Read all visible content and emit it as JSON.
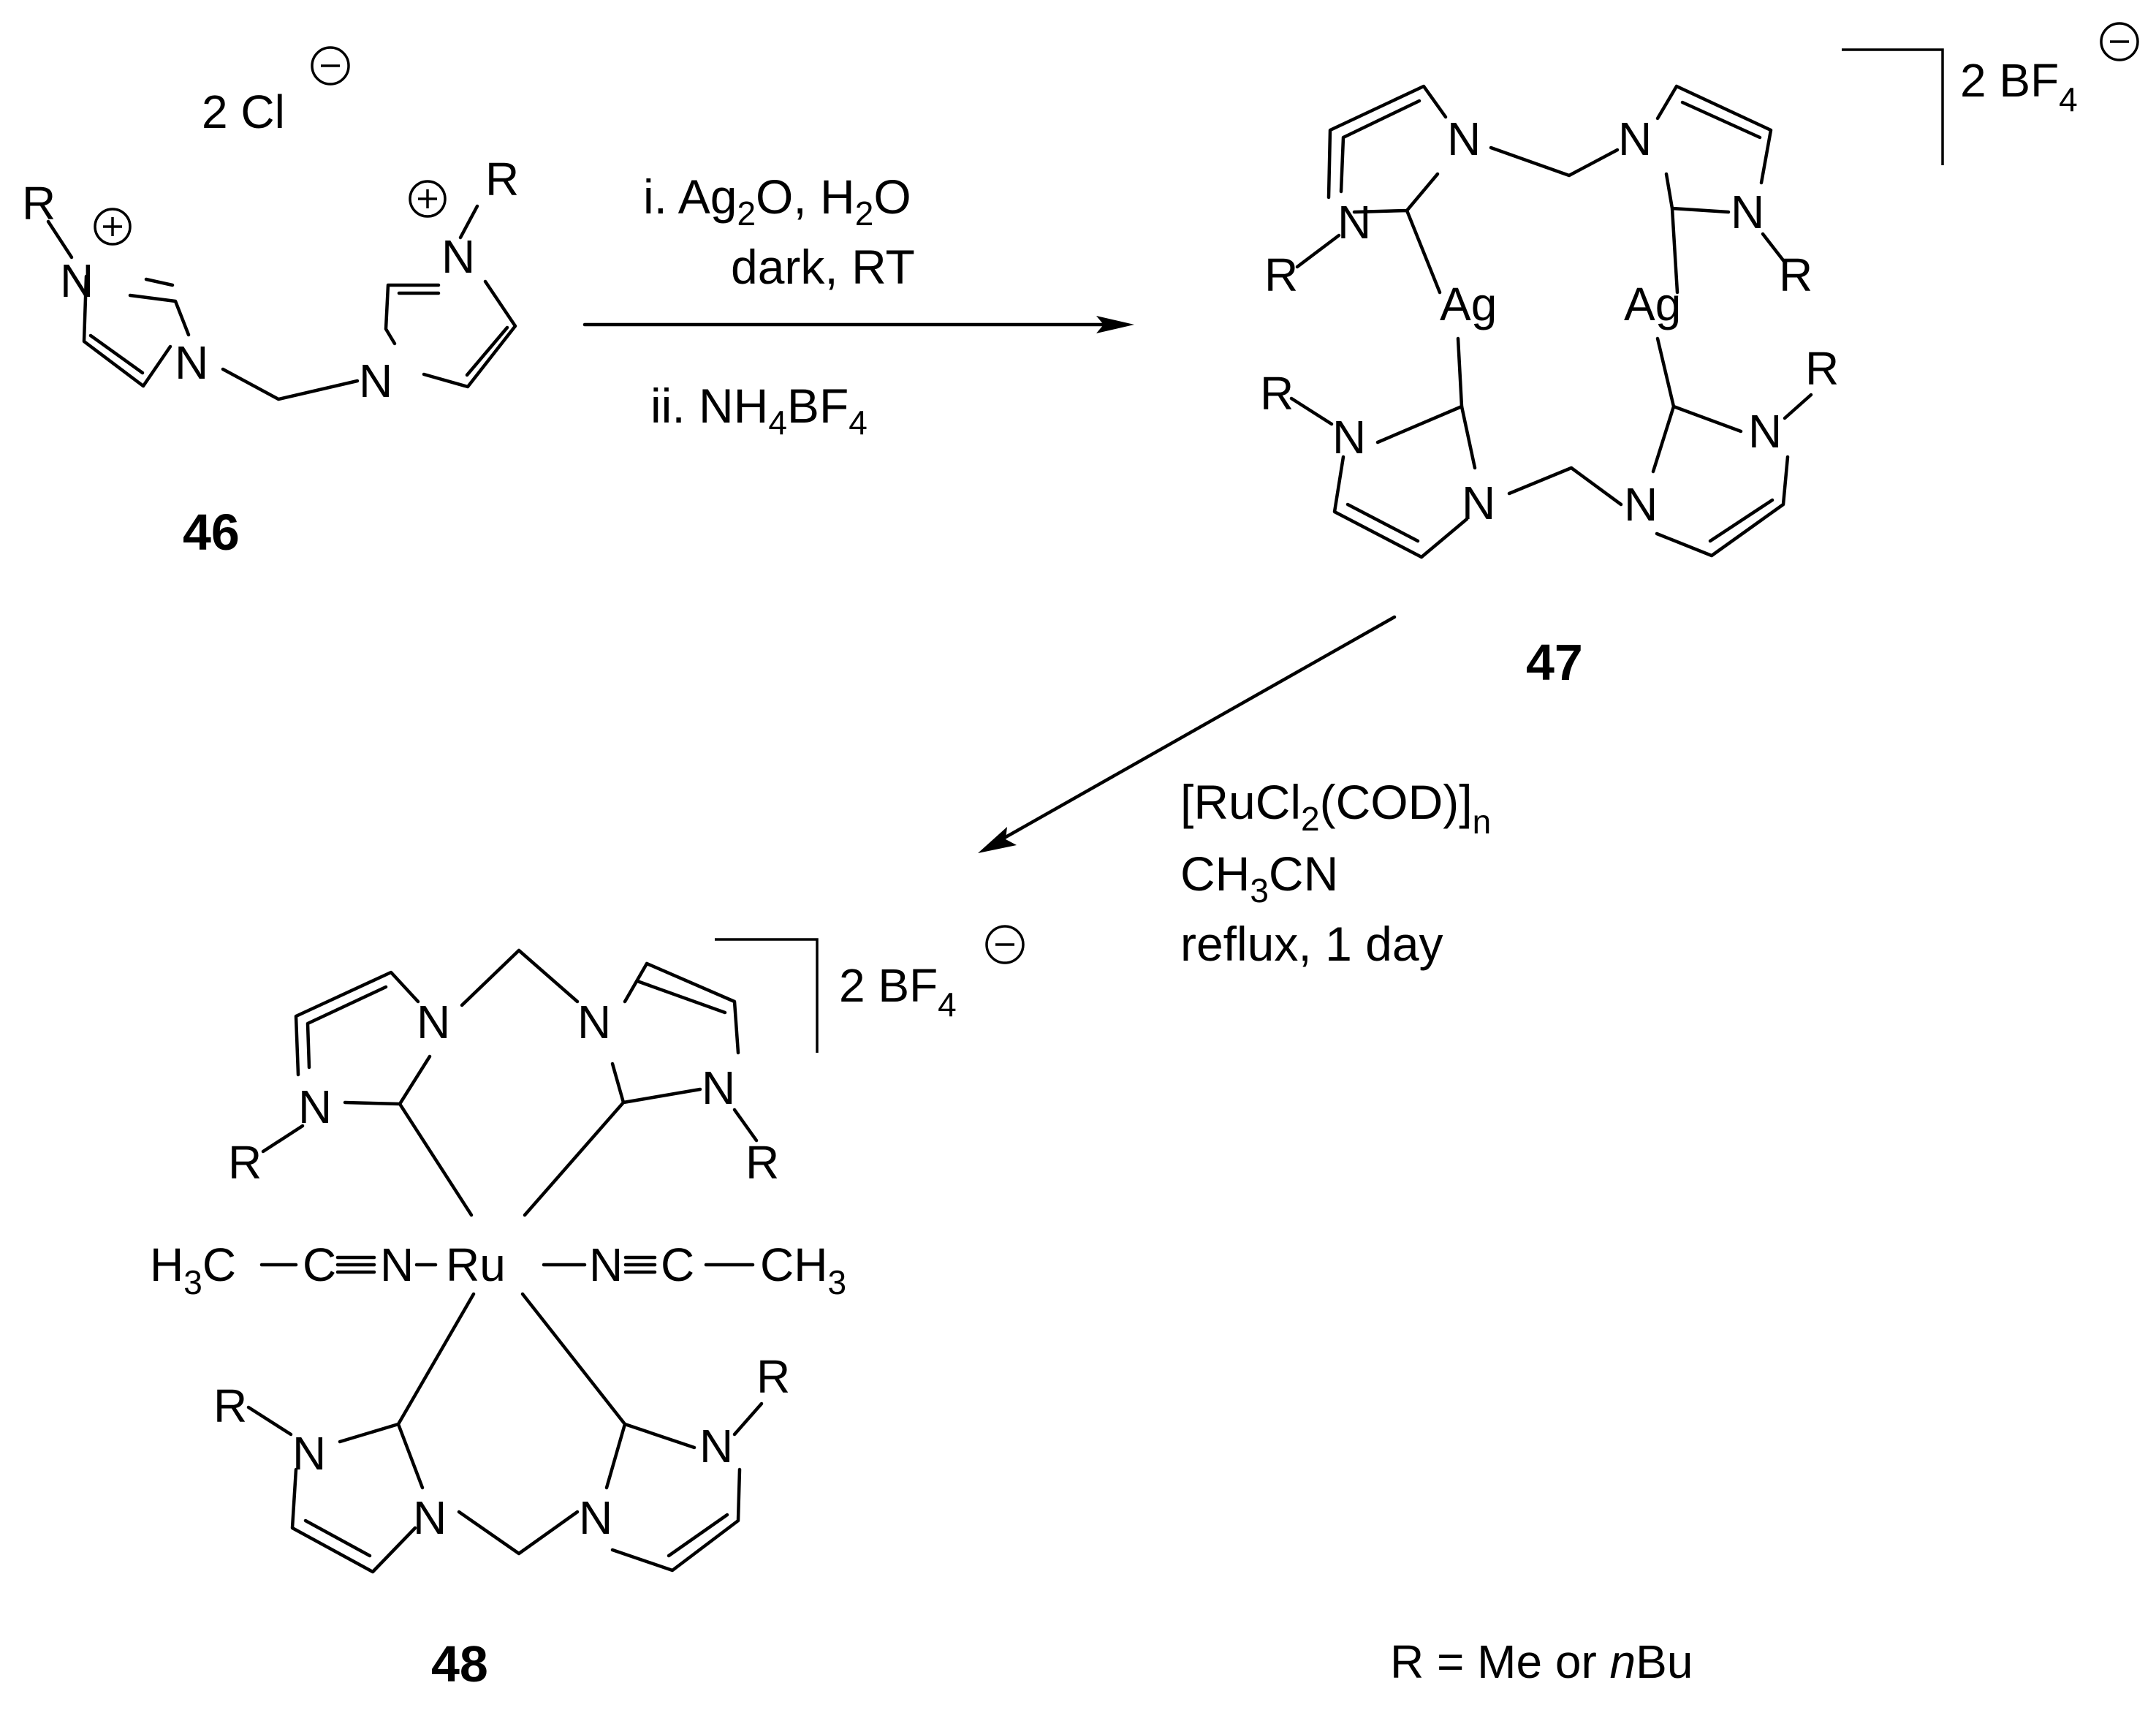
{
  "compounds": {
    "c46": {
      "number": "46",
      "counterion_prefix": "2 Cl"
    },
    "c47": {
      "number": "47",
      "counterion_prefix": "2 BF",
      "counterion_sub": "4"
    },
    "c48": {
      "number": "48",
      "counterion_prefix": "2 BF",
      "counterion_sub": "4"
    }
  },
  "atoms": {
    "nitrogen": "N",
    "silver": "Ag",
    "ruthenium": "Ru",
    "carbon": "C",
    "substituent": "R",
    "h3": "H",
    "h3_sub": "3",
    "ch": "CH",
    "ch_sub": "3"
  },
  "step1": {
    "line1_a": "i. Ag",
    "line1_sub": "2",
    "line1_b": "O, H",
    "line1_sub2": "2",
    "line1_c": "O",
    "line2": "dark, RT",
    "line3_a": "ii. NH",
    "line3_sub": "4",
    "line3_b": "BF",
    "line3_sub2": "4"
  },
  "step2": {
    "line1_a": "[RuCl",
    "line1_sub": "2",
    "line1_b": "(COD)]",
    "line1_sub2": "n",
    "line2_a": "CH",
    "line2_sub": "3",
    "line2_b": "CN",
    "line3": "reflux, 1 day"
  },
  "footnote": {
    "prefix": "R = Me or ",
    "italic": "n",
    "suffix": "Bu"
  }
}
